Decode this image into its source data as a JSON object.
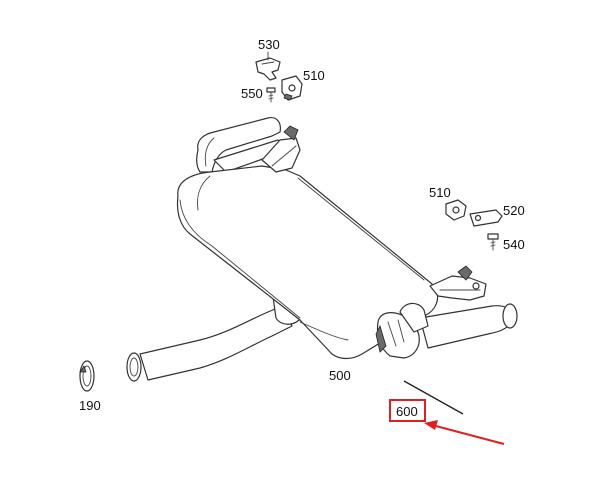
{
  "diagram": {
    "labels": {
      "p530": "530",
      "p510a": "510",
      "p550": "550",
      "p510b": "510",
      "p520": "520",
      "p540": "540",
      "p500": "500",
      "p190": "190",
      "p600": "600"
    },
    "highlight_color": "#e02020",
    "line_color": "#333333"
  }
}
